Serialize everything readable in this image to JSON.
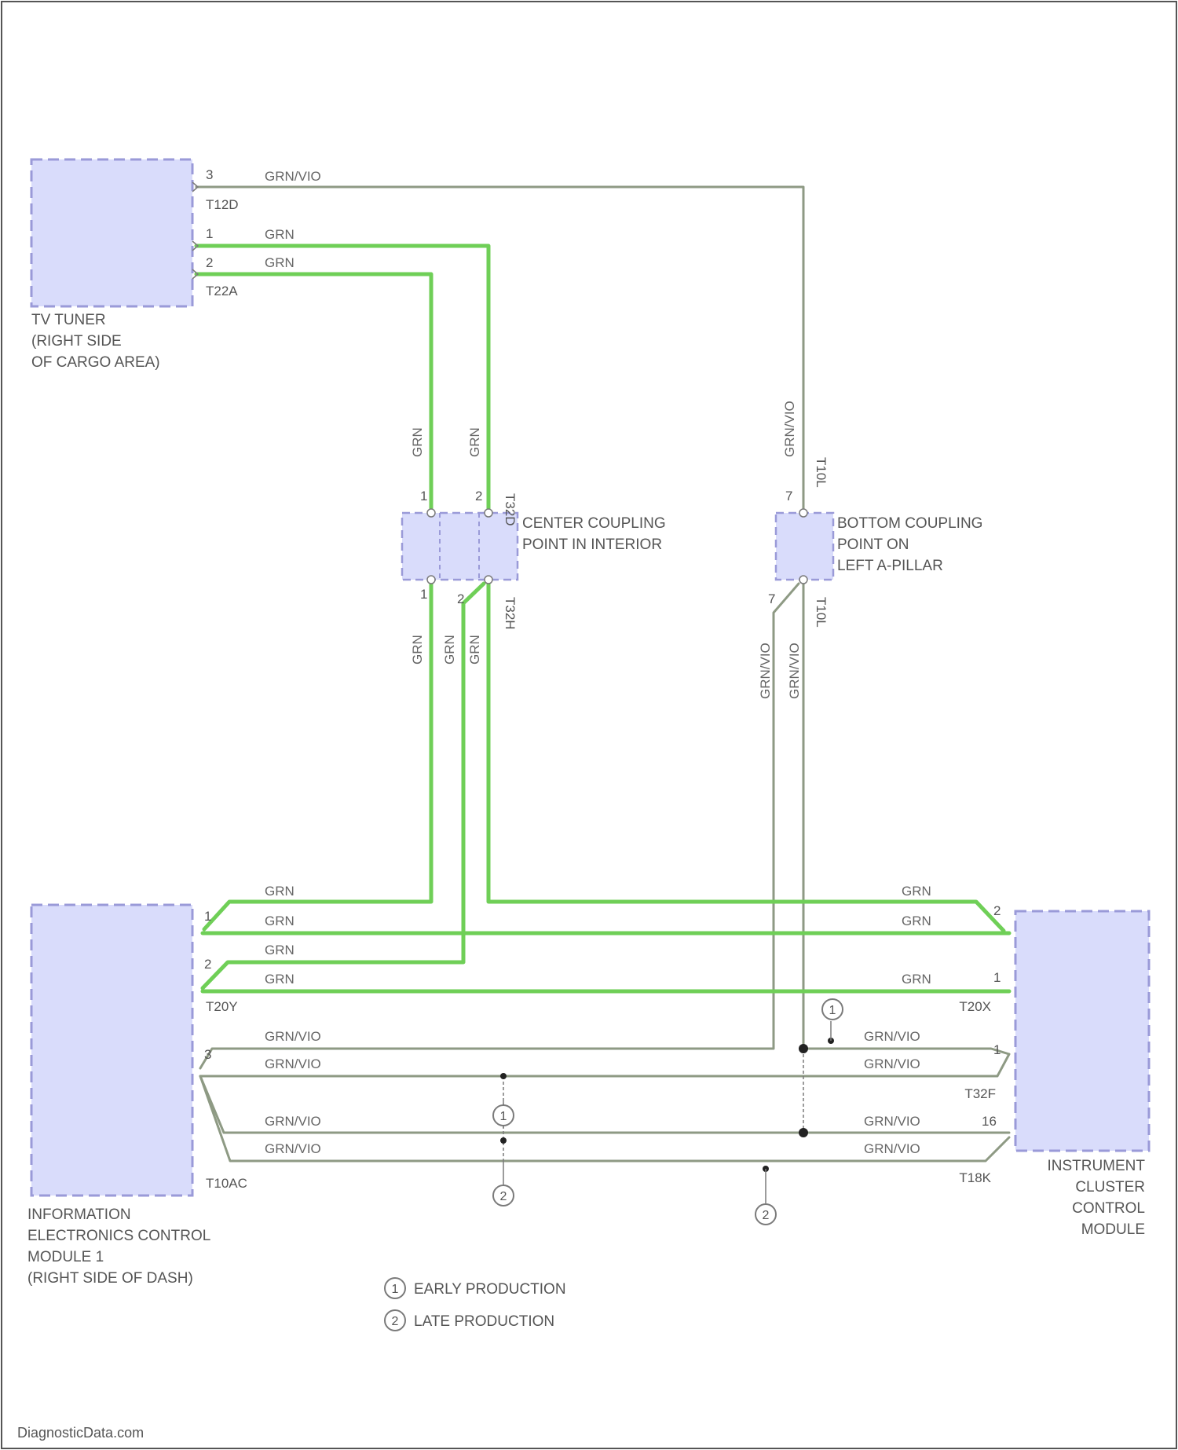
{
  "modules": {
    "tv_tuner": [
      "TV TUNER",
      "(RIGHT SIDE",
      "OF CARGO AREA)"
    ],
    "info_module": [
      "INFORMATION",
      "ELECTRONICS CONTROL",
      "MODULE 1",
      "(RIGHT SIDE OF DASH)"
    ],
    "cluster_module": [
      "INSTRUMENT",
      "CLUSTER",
      "CONTROL",
      "MODULE"
    ]
  },
  "couplings": {
    "center": [
      "CENTER COUPLING",
      "POINT IN INTERIOR"
    ],
    "bottom": [
      "BOTTOM COUPLING",
      "POINT ON",
      "LEFT A-PILLAR"
    ]
  },
  "connectors": {
    "tv_t12": "T12D",
    "tv_t22": "T22A",
    "center_top": "T32D",
    "center_bottom": "T32H",
    "bottom_top": "T10L",
    "bottom_bottom": "T10L",
    "info_t20": "T20Y",
    "info_t10": "T10AC",
    "cluster_t20": "T20X",
    "cluster_t32": "T32F",
    "cluster_t18": "T18K"
  },
  "pins": {
    "tv_3": "3",
    "tv_1": "1",
    "tv_2": "2",
    "center_t1": "1",
    "center_t2": "2",
    "center_b1": "1",
    "center_b2": "2",
    "bottom_t": "7",
    "bottom_b": "7",
    "info_1": "1",
    "info_2": "2",
    "info_3": "3",
    "cluster_2": "2",
    "cluster_1": "1",
    "cluster_gv1": "1",
    "cluster_16": "16"
  },
  "wires": {
    "grn": "GRN",
    "gv": "GRN/VIO"
  },
  "legend": [
    {
      "num": "1",
      "text": "EARLY PRODUCTION"
    },
    {
      "num": "2",
      "text": "LATE PRODUCTION"
    }
  ],
  "variant_marks": {
    "early": "1",
    "late": "2"
  },
  "credit": "DiagnosticData.com",
  "colors": {
    "grn_wire": "#6fcf57",
    "gv_wire": "#8e9a84",
    "module_fill": "#d9dcfb"
  }
}
